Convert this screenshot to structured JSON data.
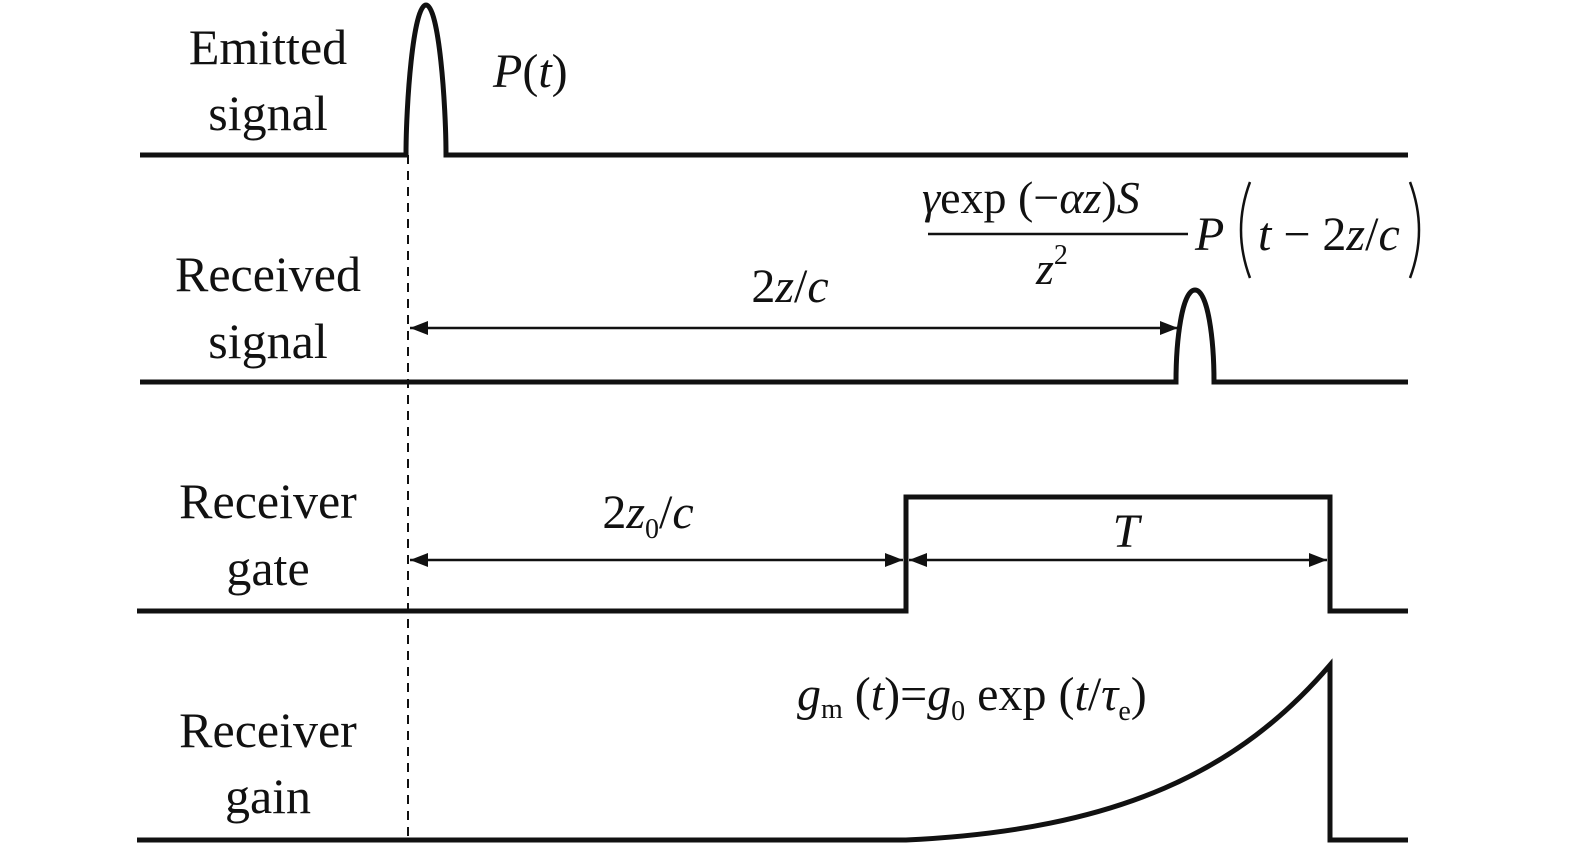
{
  "rows": {
    "emitted": {
      "line1": "Emitted",
      "line2": "signal"
    },
    "received": {
      "line1": "Received",
      "line2": "signal"
    },
    "gate": {
      "line1": "Receiver",
      "line2": "gate"
    },
    "gain": {
      "line1": "Receiver",
      "line2": "gain"
    }
  },
  "labels": {
    "pulse": {
      "p": "P",
      "open": "(",
      "t": "t",
      "close": ")"
    },
    "echo_numerator": {
      "gamma": "γ",
      "exp": "exp (−",
      "alpha_z": "αz",
      "close": ")",
      "s": "S"
    },
    "echo_denominator": {
      "z": "z",
      "power": "2"
    },
    "echo_pulse": {
      "p": "P",
      "t": "t",
      "minus": " − 2",
      "z": "z",
      "slash": "/",
      "c": "c"
    },
    "delay": {
      "two": "2",
      "z": "z",
      "slash": "/",
      "c": "c"
    },
    "gate_delay": {
      "two": "2",
      "z": "z",
      "sub": "0",
      "slash": "/",
      "c": "c"
    },
    "gate_width": {
      "t": "T"
    },
    "gain_formula": {
      "g": "g",
      "sub_m": "m",
      "open": " (",
      "t": "t",
      "close_eq": ")=",
      "g0": "g",
      "sub_0": "0",
      "exp": " exp (",
      "t2": "t",
      "slash": "/",
      "tau": "τ",
      "sub_e": "e",
      "close": ")"
    }
  }
}
